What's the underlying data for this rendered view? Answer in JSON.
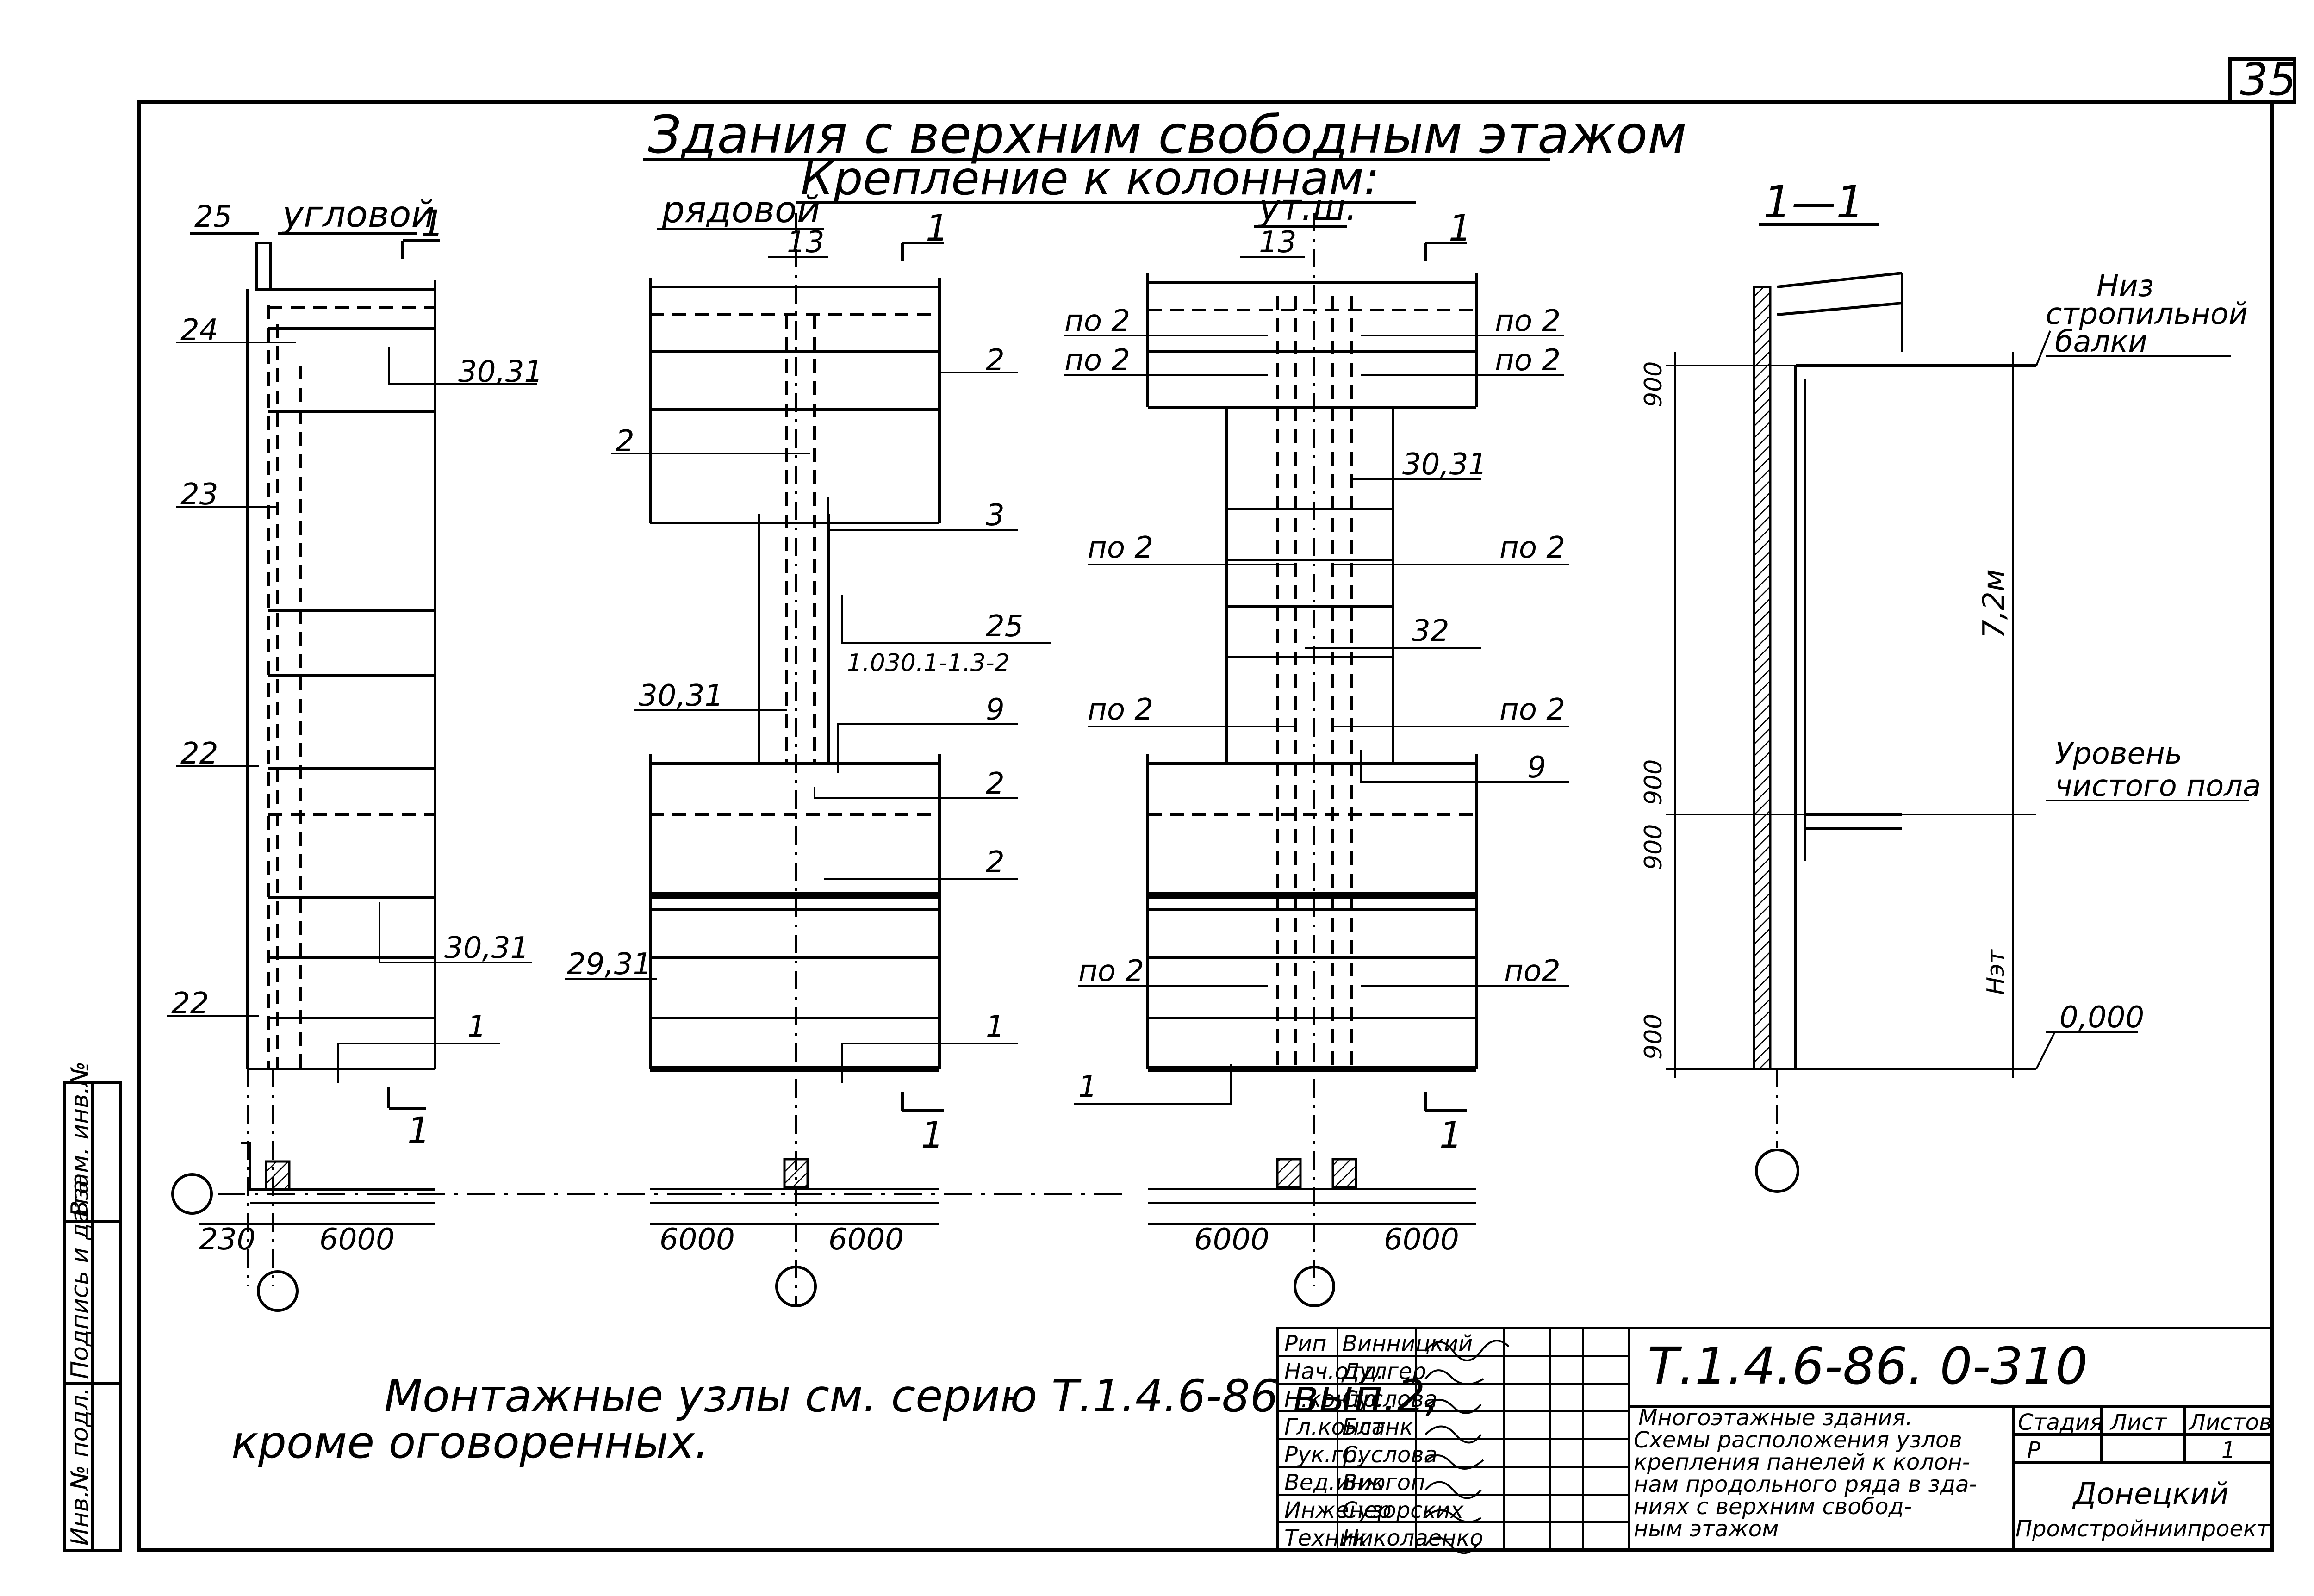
{
  "sheet_number": "35",
  "title": {
    "line1": "Здания с верхним свободным этажом",
    "line2": "Крепление к колоннам:"
  },
  "views": {
    "corner": {
      "name": "угловой",
      "section_mark": "1",
      "labels": {
        "l25": "25",
        "l24": "24",
        "l23": "23",
        "l22a": "22",
        "l22b": "22",
        "l3031a": "30,31",
        "l3031b": "30,31",
        "l1": "1"
      },
      "dims": {
        "d230": "230",
        "d6000": "6000"
      }
    },
    "row": {
      "name": "рядовой",
      "section_mark": "1",
      "labels": {
        "l13": "13",
        "l2a": "2",
        "l2b": "2",
        "l3": "3",
        "l25": "25",
        "l25ref": "1.030.1-1.3-2",
        "l3031": "30,31",
        "l9": "9",
        "l2c": "2",
        "l2d": "2",
        "l2931": "29,31",
        "l1": "1"
      },
      "dims": {
        "d6000a": "6000",
        "d6000b": "6000"
      }
    },
    "expansion": {
      "name": "ут.ш.",
      "section_mark": "1",
      "labels": {
        "l13": "13",
        "po2": "по 2",
        "l3031": "30,31",
        "l32": "32",
        "l9": "9",
        "l1": "1",
        "po2b": "по2"
      },
      "dims": {
        "d6000a": "6000",
        "d6000b": "6000"
      }
    },
    "section": {
      "name": "1—1",
      "labels": {
        "beam_bottom": [
          "Низ",
          "стропильной",
          "балки"
        ],
        "floor_level": [
          "Уровень",
          "чистого пола"
        ],
        "zero": "0,000",
        "d900a": "900",
        "d7200": "7,2м",
        "d900b": "900",
        "d900c": "900",
        "dhs": "Hэт",
        "d900d": "900"
      }
    }
  },
  "note": {
    "line1": "Монтажные узлы см. серию Т.1.4.6-86 вып.2,",
    "line2": "кроме оговоренных."
  },
  "side_stamp": [
    "Инв.№ подл.",
    "Подпись и дата",
    "Взам. инв.№"
  ],
  "title_block": {
    "code": "Т.1.4.6-86. 0-310",
    "roles": [
      "Рип",
      "Нач.отд.",
      "Н.контр.",
      "Гл.конст.",
      "Рук.гр.",
      "Вед.инж.",
      "Инженер",
      "Техник"
    ],
    "names": [
      "Винницкий",
      "Дулгер",
      "Суслова",
      "Бланк",
      "Суслова",
      "Виогоп",
      "Сузорских",
      "Николаенко"
    ],
    "description": [
      "Многоэтажные здания.",
      "Схемы расположения узлов",
      "крепления панелей к колон-",
      "нам продольного ряда в зда-",
      "ниях с верхним свобод-",
      "ным этажом"
    ],
    "stage_header": "Стадия",
    "sheet_header": "Лист",
    "sheets_header": "Листов",
    "stage": "Р",
    "sheets": "1",
    "org": [
      "Донецкий",
      "Промстройниипроект"
    ]
  }
}
